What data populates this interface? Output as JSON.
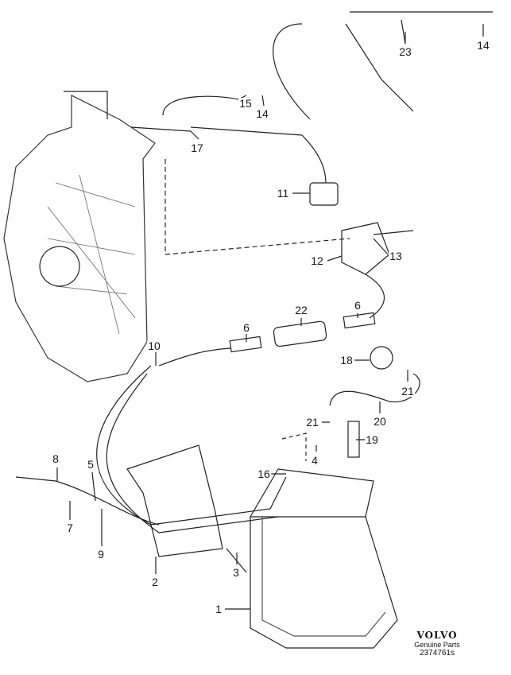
{
  "diagram": {
    "callouts": [
      "23",
      "14",
      "15",
      "14",
      "17",
      "11",
      "12",
      "13",
      "22",
      "6",
      "6",
      "10",
      "18",
      "21",
      "20",
      "21",
      "19",
      "4",
      "16",
      "8",
      "5",
      "7",
      "9",
      "2",
      "3",
      "1"
    ]
  },
  "logo": {
    "brand": "VOLVO",
    "subtitle": "Genuine Parts",
    "part_number": "2374761s"
  }
}
